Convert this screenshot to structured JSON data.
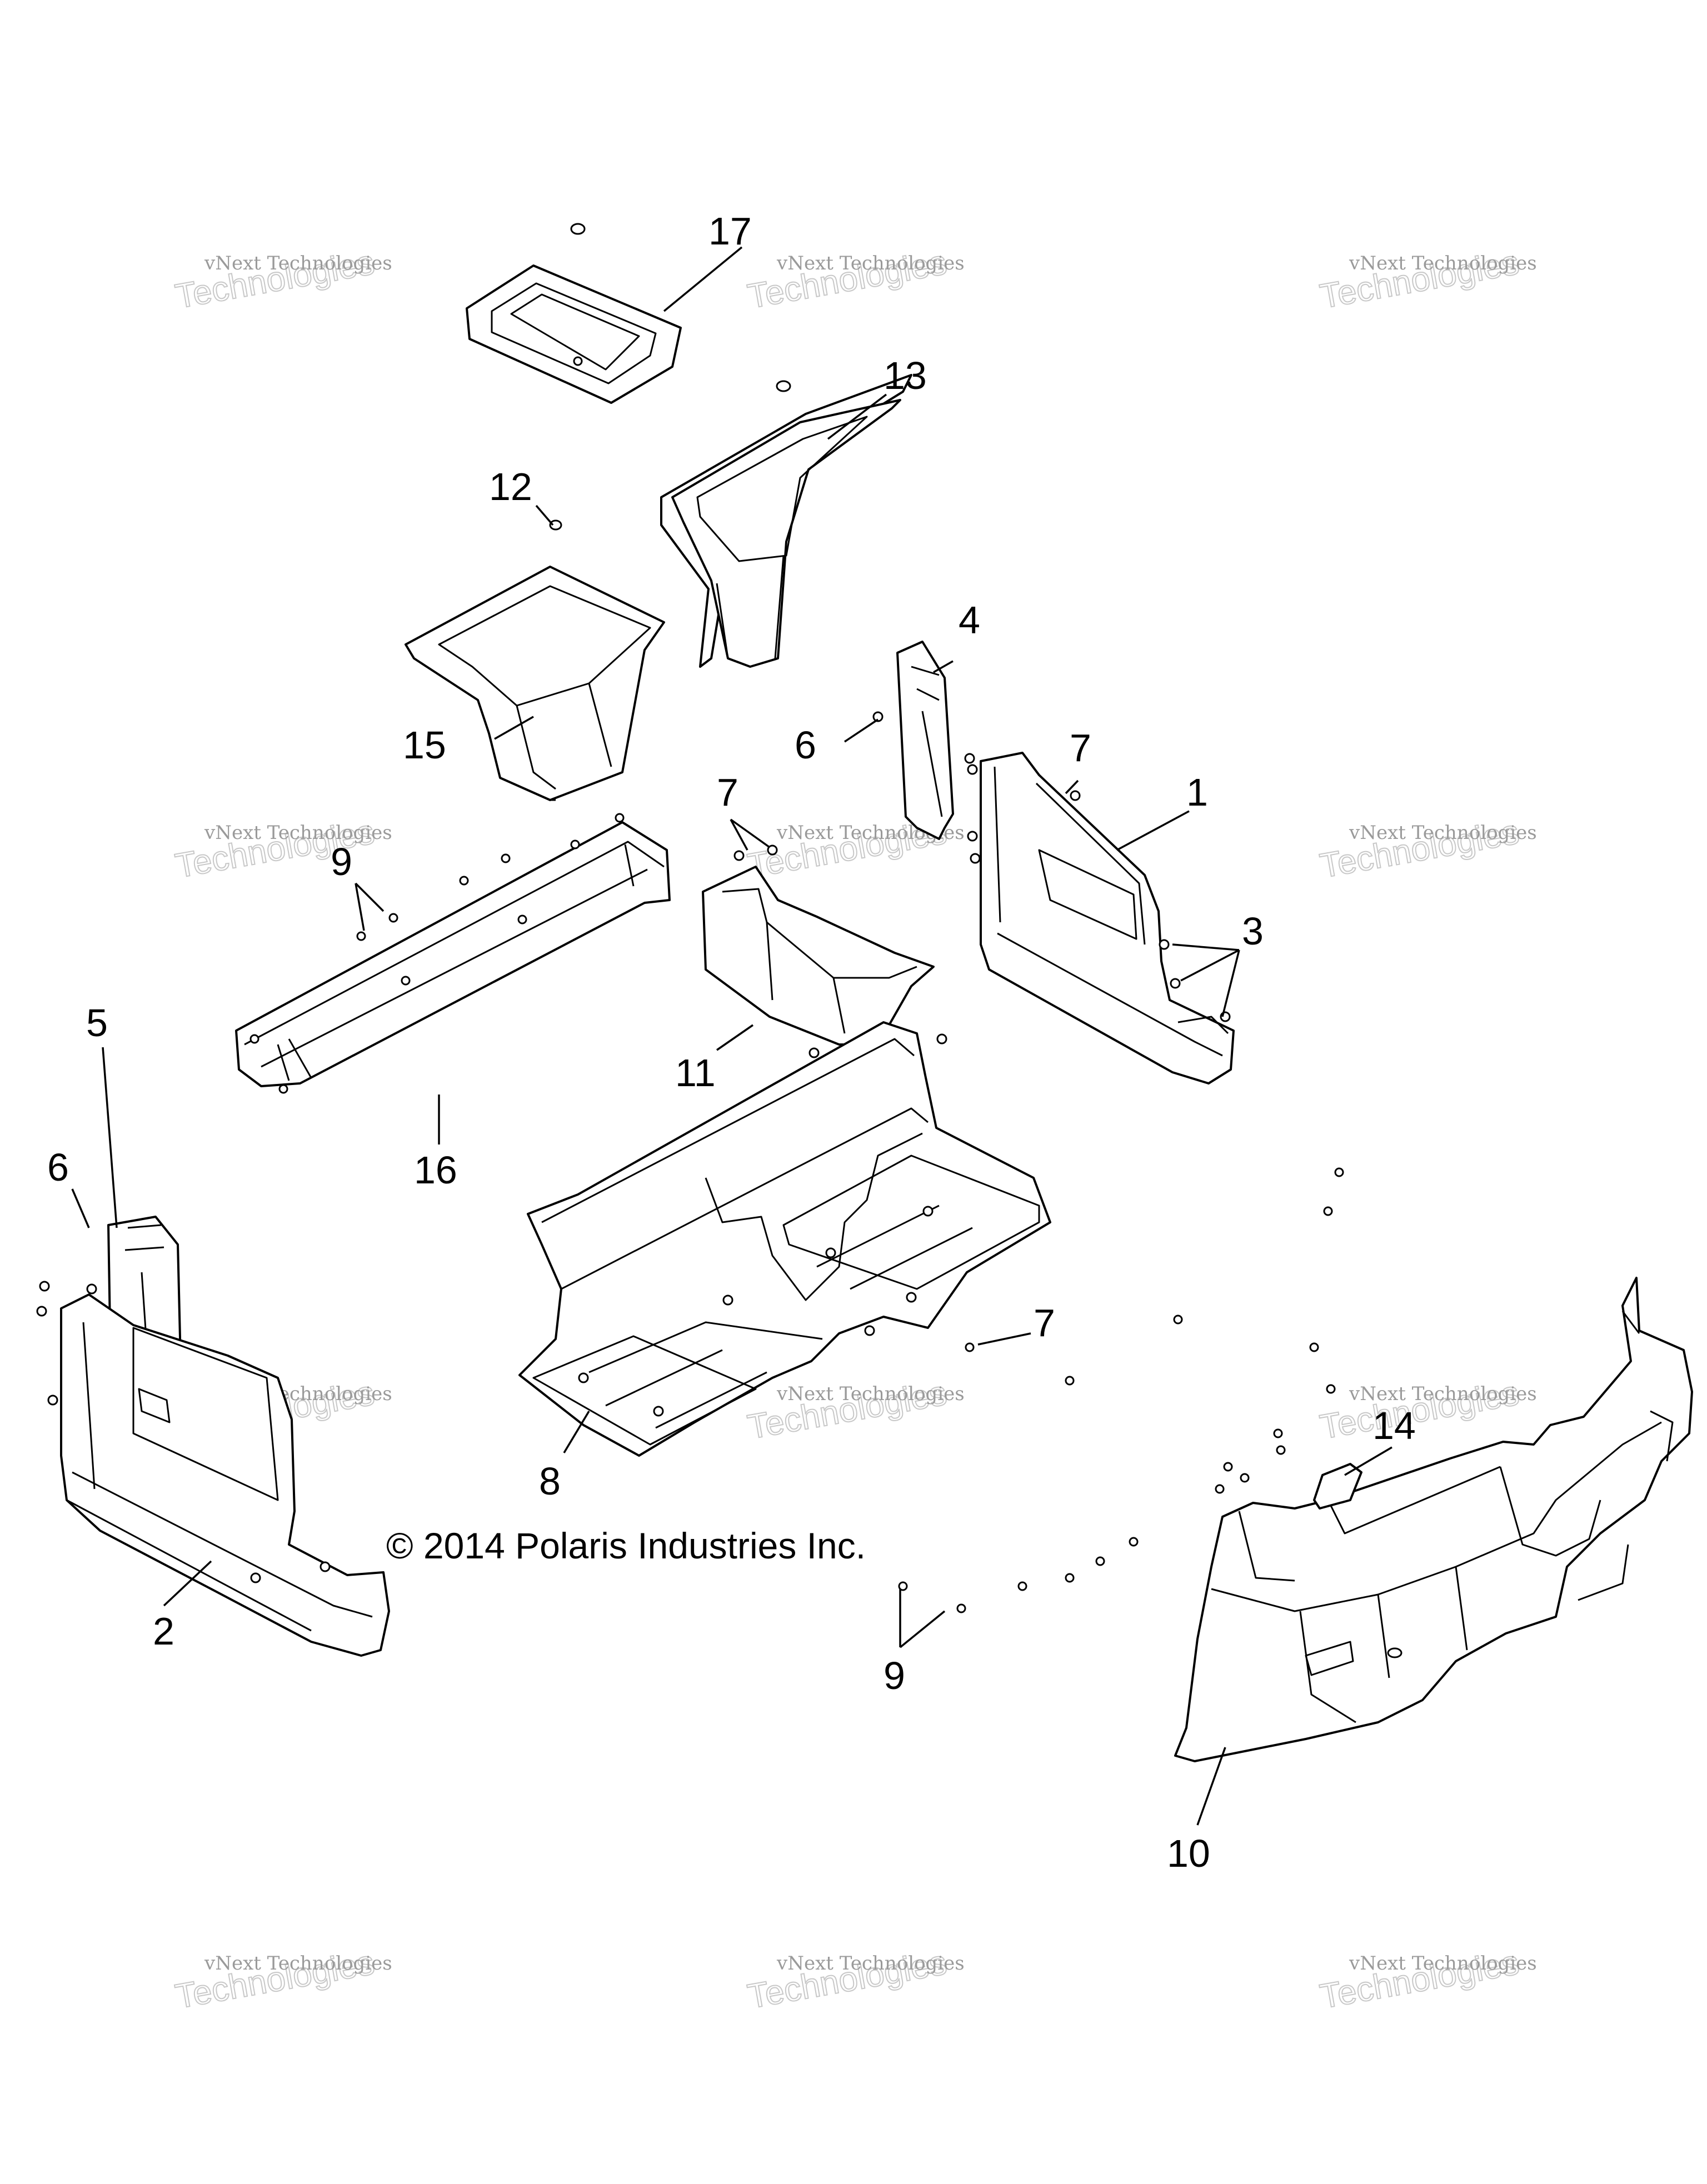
{
  "diagram": {
    "copyright": "© 2014 Polaris Industries Inc.",
    "watermark": {
      "line1": "vNext Technologies",
      "line2": "Technologies"
    },
    "callouts": [
      "1",
      "2",
      "3",
      "4",
      "5",
      "6",
      "6",
      "7",
      "7",
      "7",
      "8",
      "9",
      "9",
      "10",
      "11",
      "12",
      "13",
      "14",
      "15",
      "16",
      "17"
    ]
  },
  "parts": [
    {
      "id": "1"
    },
    {
      "id": "2"
    },
    {
      "id": "3"
    },
    {
      "id": "4"
    },
    {
      "id": "5"
    },
    {
      "id": "6"
    },
    {
      "id": "7"
    },
    {
      "id": "8"
    },
    {
      "id": "9"
    },
    {
      "id": "10"
    },
    {
      "id": "11"
    },
    {
      "id": "12"
    },
    {
      "id": "13"
    },
    {
      "id": "14"
    },
    {
      "id": "15"
    },
    {
      "id": "16"
    },
    {
      "id": "17"
    }
  ]
}
